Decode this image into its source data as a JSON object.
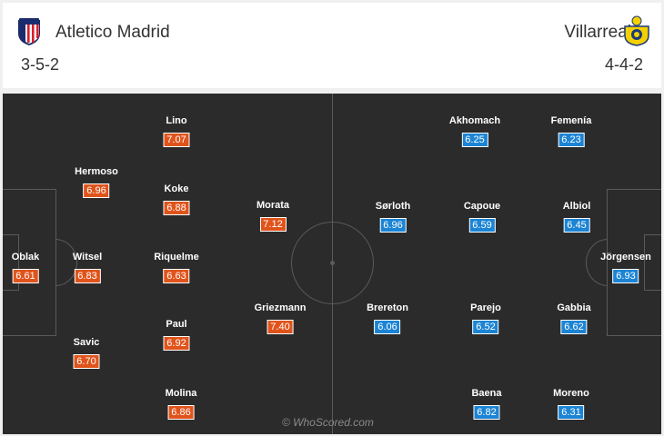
{
  "home": {
    "name": "Atletico Madrid",
    "formation": "3-5-2",
    "rating_color": "#e0541c",
    "crest_icon": "atletico-madrid-crest-icon",
    "players": [
      {
        "name": "Lino",
        "rating": "7.07"
      },
      {
        "name": "Hermoso",
        "rating": "6.96"
      },
      {
        "name": "Koke",
        "rating": "6.88"
      },
      {
        "name": "Morata",
        "rating": "7.12"
      },
      {
        "name": "Oblak",
        "rating": "6.61"
      },
      {
        "name": "Witsel",
        "rating": "6.83"
      },
      {
        "name": "Riquelme",
        "rating": "6.63"
      },
      {
        "name": "Griezmann",
        "rating": "7.40"
      },
      {
        "name": "Paul",
        "rating": "6.92"
      },
      {
        "name": "Savic",
        "rating": "6.70"
      },
      {
        "name": "Molina",
        "rating": "6.86"
      }
    ]
  },
  "away": {
    "name": "Villarreal",
    "formation": "4-4-2",
    "rating_color": "#1c84d4",
    "crest_icon": "villarreal-crest-icon",
    "players": [
      {
        "name": "Akhomach",
        "rating": "6.25"
      },
      {
        "name": "Femenía",
        "rating": "6.23"
      },
      {
        "name": "Sørloth",
        "rating": "6.96"
      },
      {
        "name": "Capoue",
        "rating": "6.59"
      },
      {
        "name": "Albiol",
        "rating": "6.45"
      },
      {
        "name": "Jörgensen",
        "rating": "6.93"
      },
      {
        "name": "Brereton",
        "rating": "6.06"
      },
      {
        "name": "Parejo",
        "rating": "6.52"
      },
      {
        "name": "Gabbia",
        "rating": "6.62"
      },
      {
        "name": "Baena",
        "rating": "6.82"
      },
      {
        "name": "Moreno",
        "rating": "6.31"
      }
    ]
  },
  "watermark": "© WhoScored.com"
}
